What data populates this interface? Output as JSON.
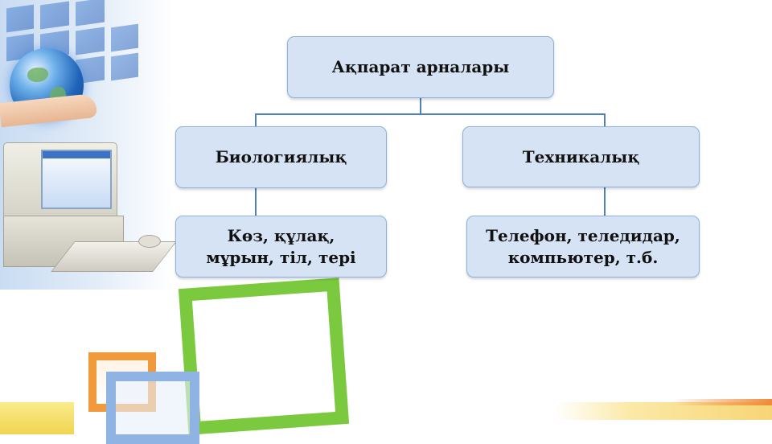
{
  "diagram": {
    "root": {
      "label": "Ақпарат арналары"
    },
    "branches": [
      {
        "label": "Биологиялық",
        "example": "Көз, құлақ,\nмұрын, тіл, тері"
      },
      {
        "label": "Техникалық",
        "example": "Телефон, теледидар,\nкомпьютер, т.б."
      }
    ]
  },
  "colors": {
    "node_fill": "#d6e3f5",
    "node_border": "#8db1df",
    "connector": "#4f7fbd",
    "accent_green": "#7bc93e",
    "accent_orange": "#f19a3c"
  },
  "icons": [
    "globe-icon",
    "computer-icon"
  ]
}
